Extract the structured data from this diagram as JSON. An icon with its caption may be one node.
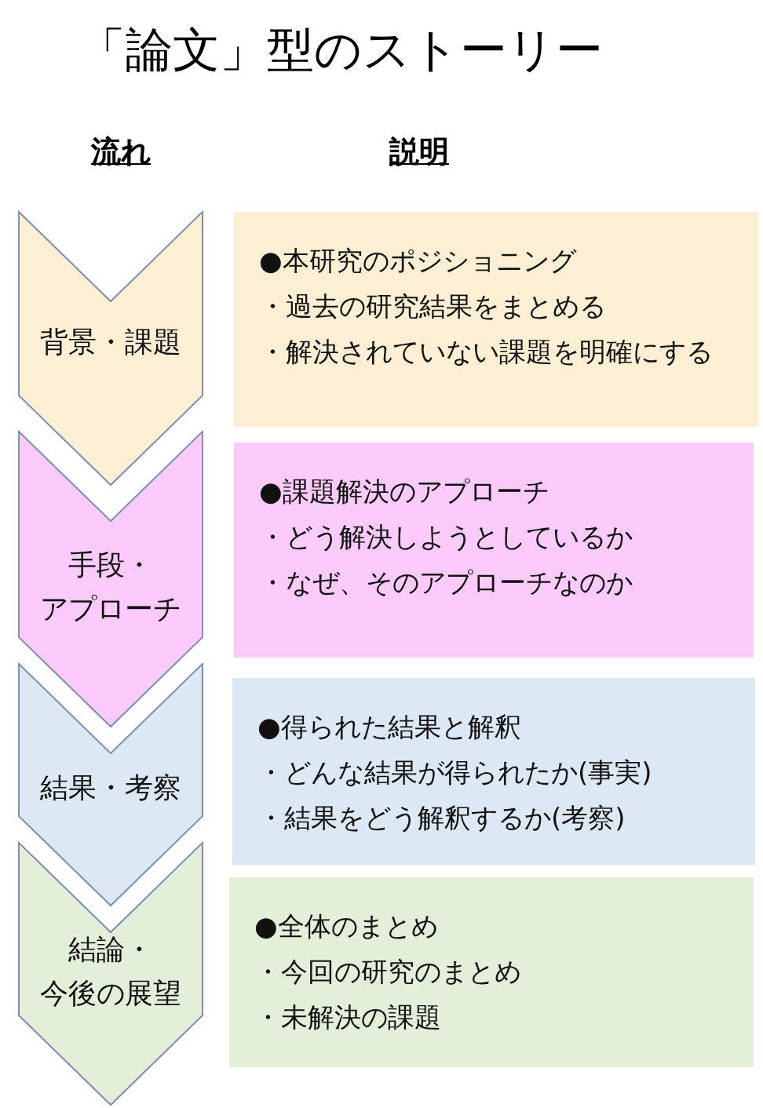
{
  "diagram": {
    "title": "「論文」型のストーリー",
    "nodes": [
      {
        "text": [
          "背景・課題"
        ]
      },
      {
        "text": [
          "●本研究のポジショニング",
          "・過去の研究結果をまとめる",
          "・解決されていない課題を明確にする"
        ]
      },
      {
        "text": [
          "手段・アプローチ"
        ]
      },
      {
        "text": [
          "●課題解決のアプローチ",
          "・どう解決しようとしているか",
          "・なぜ、そのアプローチなのか"
        ]
      },
      {
        "text": [
          "結果・考察"
        ]
      },
      {
        "text": [
          "●得られた結果と解釈",
          "・どんな結果が得られたか(事実)",
          "・結果をどう解釈するか(考察)"
        ]
      },
      {
        "text": [
          "結論・今後の展望"
        ]
      },
      {
        "text": [
          "●全体のまとめ",
          "・今回の研究のまとめ",
          "・未解決の課題"
        ]
      }
    ],
    "labels": [
      "流れ",
      "説明"
    ]
  }
}
